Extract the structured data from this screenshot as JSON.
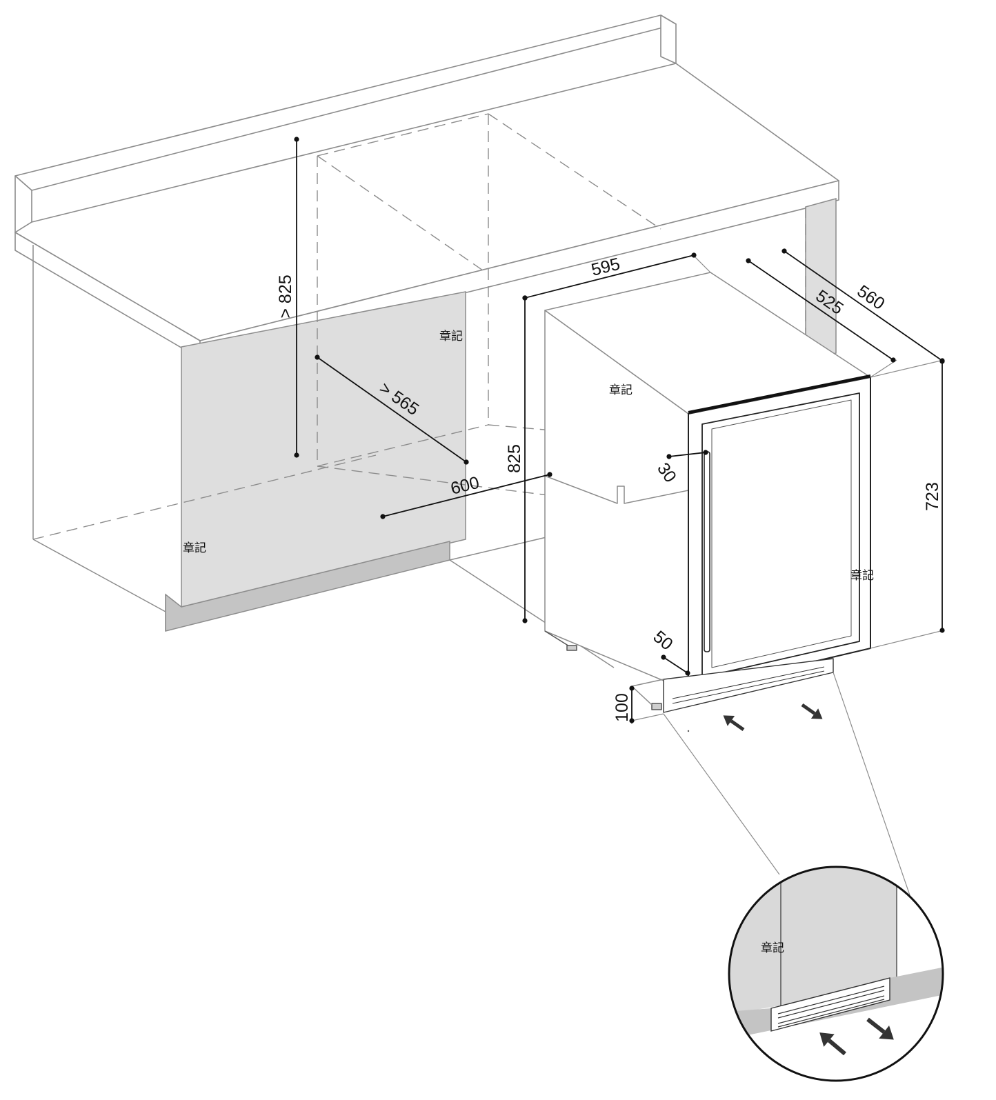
{
  "colors": {
    "line": "#8c8c8c",
    "dark": "#111111",
    "panel_fill": "#dedede",
    "plinth_fill": "#c4c4c4",
    "background": "#ffffff"
  },
  "dimensions": {
    "cabinet_height_min": "> 825",
    "cabinet_depth_min": "> 565",
    "niche_width": "600",
    "appliance_width": "595",
    "appliance_depth_body": "525",
    "appliance_depth_total": "560",
    "appliance_height": "825",
    "door_height": "723",
    "door_clearance": "30",
    "plinth_recess": "50",
    "plinth_height": "100"
  },
  "labels": {
    "side_panel_left": "章記",
    "side_panel_right": "章記",
    "niche_back": "章記",
    "door": "章記",
    "inset": "章記"
  },
  "icons": {
    "airflow_in": "arrow-up-left-icon",
    "airflow_out": "arrow-down-right-icon"
  }
}
